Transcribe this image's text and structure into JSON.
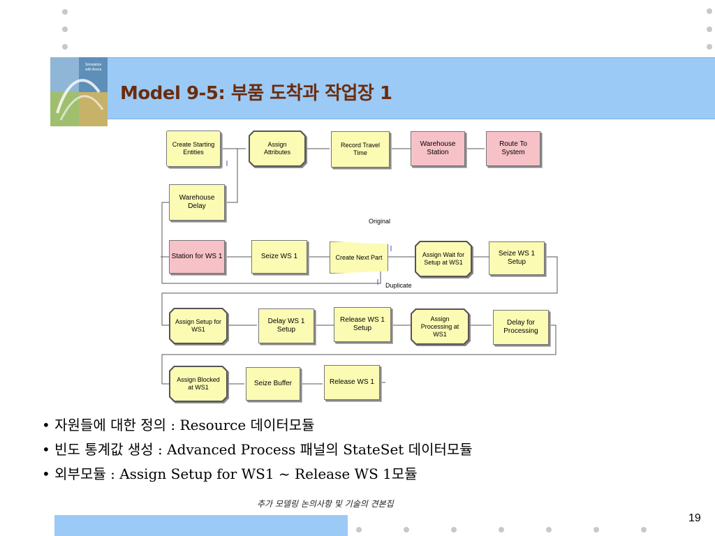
{
  "title": "Model 9-5: 부품 도착과 작업장 1",
  "logo": {
    "text_line1": "Simulation",
    "text_line2": "with Arena",
    "bg": "#5e8fb8"
  },
  "colors": {
    "title_band": "#9ccaf6",
    "title_text": "#6b2c0c",
    "module_yellow": "#fbfbb4",
    "module_pink": "#f6c2c8"
  },
  "diagram": {
    "modules": {
      "create_starting": "Create Starting Entities",
      "assign_attributes": "Assign Attributes",
      "record_travel": "Record Travel Time",
      "warehouse_station": "Warehouse Station",
      "route_to_system": "Route To System",
      "warehouse_delay": "Warehouse Delay",
      "station_ws1": "Station for WS 1",
      "seize_ws1": "Seize WS 1",
      "create_next_part": "Create Next Part",
      "assign_wait": "Assign Wait for Setup at WS1",
      "seize_ws1_setup": "Seize WS 1 Setup",
      "assign_setup": "Assign Setup for WS1",
      "delay_ws1_setup": "Delay WS 1 Setup",
      "release_ws1_setup": "Release WS 1 Setup",
      "assign_processing": "Assign Processing at WS1",
      "delay_processing": "Delay for Processing",
      "assign_blocked": "Assign Blocked at WS1",
      "seize_buffer": "Seize Buffer",
      "release_ws1": "Release WS 1"
    },
    "labels": {
      "original": "Original",
      "duplicate": "Duplicate"
    }
  },
  "bullets": [
    "• 자원들에 대한 정의 : Resource 데이터모듈",
    "• 빈도 통계값 생성 : Advanced Process 패널의 StateSet 데이터모듈",
    "• 외부모듈 : Assign Setup for WS1 ~ Release WS 1모듈"
  ],
  "footer": {
    "text": "추가 모델링 논의사항 및 기술의 견본집",
    "page": "19"
  }
}
